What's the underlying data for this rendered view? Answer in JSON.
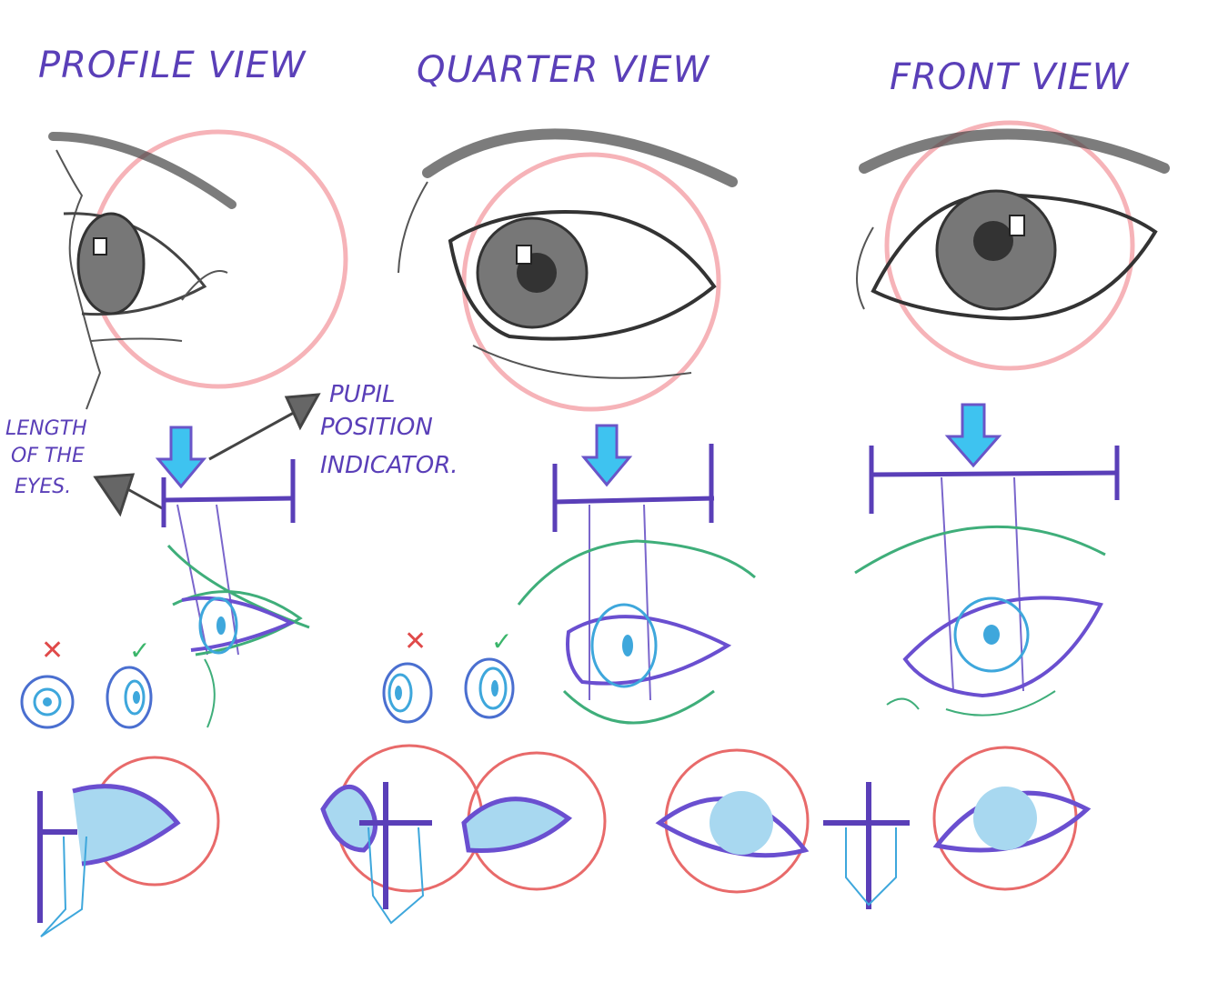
{
  "titles": {
    "profile": "PROFILE VIEW",
    "quarter": "QUARTER VIEW",
    "front": "FRONT VIEW"
  },
  "annotations": {
    "pupil_1": "PUPIL",
    "pupil_2": "POSITION",
    "pupil_3": "INDICATOR.",
    "length_1": "LENGTH",
    "length_2": "OF THE",
    "length_3": "EYES."
  },
  "marks": {
    "wrong": "✕",
    "right": "✓"
  },
  "colors": {
    "purple": "#5a3fb8",
    "pink": "#f4a0a6",
    "red": "#e86a6a",
    "blue": "#3ec3f0",
    "green": "#3fae7a",
    "gray": "#555555"
  }
}
